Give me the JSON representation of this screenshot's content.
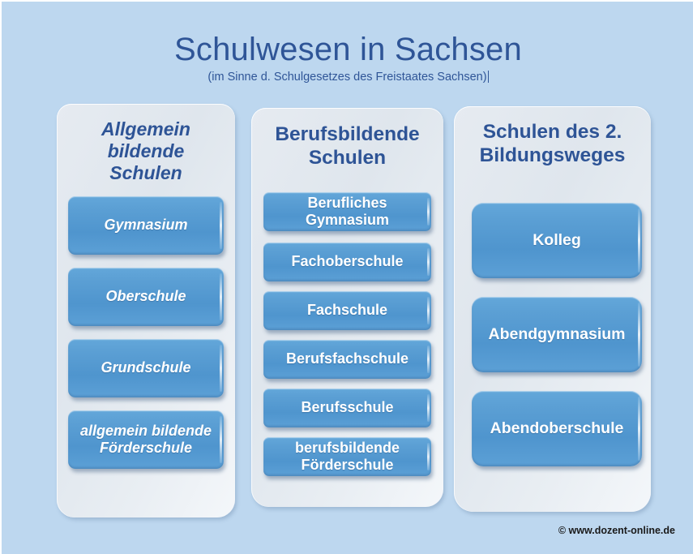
{
  "title": {
    "main": "Schulwesen in Sachsen",
    "subtitle": "(im Sinne d. Schulgesetzes des Freistaates Sachsen)"
  },
  "columns": [
    {
      "id": "allgemein-bildende-schulen",
      "header_line1": "Allgemein",
      "header_line2": "bildende",
      "header_line3": "Schulen",
      "nodes": [
        {
          "line1": "Gymnasium",
          "line2": ""
        },
        {
          "line1": "Oberschule",
          "line2": ""
        },
        {
          "line1": "Grundschule",
          "line2": ""
        },
        {
          "line1": "allgemein bildende",
          "line2": "Förderschule"
        }
      ]
    },
    {
      "id": "berufsbildende-schulen",
      "header_line1": "Berufsbildende",
      "header_line2": "Schulen",
      "header_line3": "",
      "nodes": [
        {
          "line1": "Berufliches",
          "line2": "Gymnasium"
        },
        {
          "line1": "Fachoberschule",
          "line2": ""
        },
        {
          "line1": "Fachschule",
          "line2": ""
        },
        {
          "line1": "Berufsfachschule",
          "line2": ""
        },
        {
          "line1": "Berufsschule",
          "line2": ""
        },
        {
          "line1": "berufsbildende",
          "line2": "Förderschule"
        }
      ]
    },
    {
      "id": "schulen-des-2-bildungsweges",
      "header_line1": "Schulen des 2.",
      "header_line2": "Bildungsweges",
      "header_line3": "",
      "nodes": [
        {
          "line1": "Kolleg",
          "line2": ""
        },
        {
          "line1": "Abendgymnasium",
          "line2": ""
        },
        {
          "line1": "Abendoberschule",
          "line2": ""
        }
      ]
    }
  ],
  "footer": {
    "copyright": "© www.dozent-online.de"
  },
  "colors": {
    "background": "#bdd7ef",
    "panel": "#e4eaf0",
    "node": "#549dd4",
    "heading_text": "#2e5496",
    "title_text": "#2f5597",
    "node_text": "#ffffff"
  }
}
